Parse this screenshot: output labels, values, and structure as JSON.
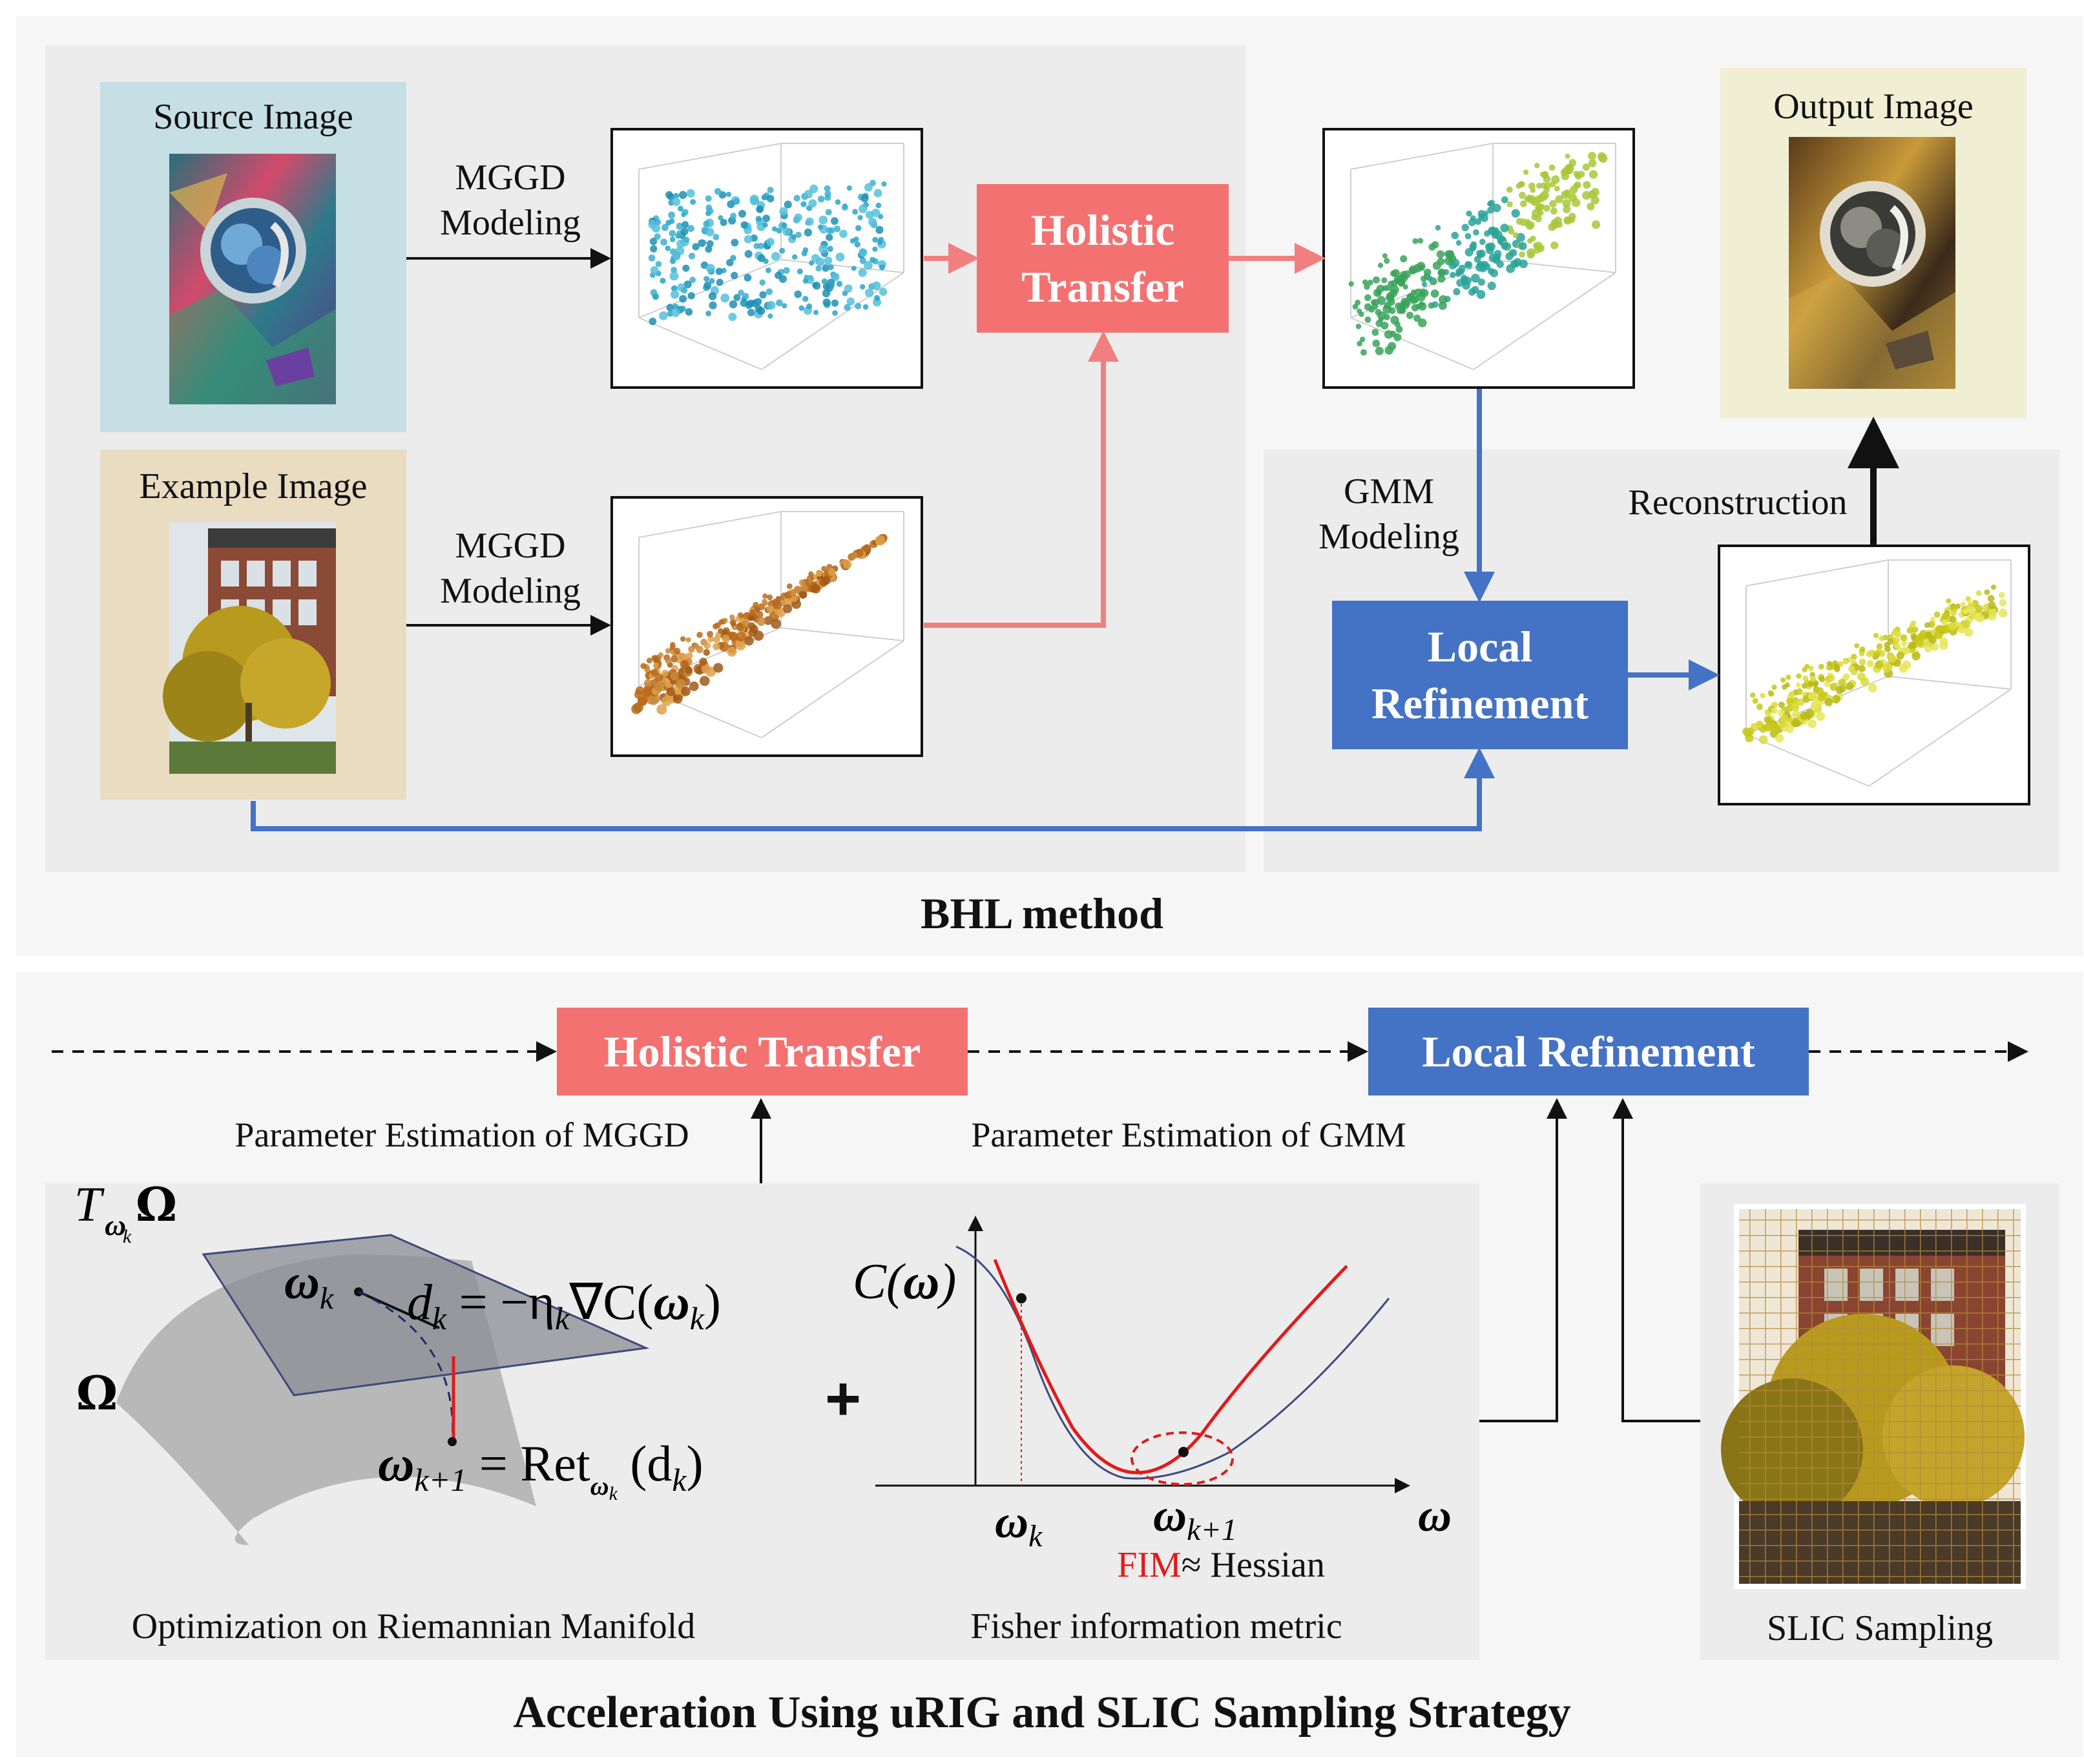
{
  "top": {
    "source_label": "Source Image",
    "example_label": "Example Image",
    "output_label": "Output Image",
    "mggd_top": [
      "MGGD",
      "Modeling"
    ],
    "mggd_bottom": [
      "MGGD",
      "Modeling"
    ],
    "holistic": [
      "Holistic",
      "Transfer"
    ],
    "local": [
      "Local",
      "Refinement"
    ],
    "gmm": [
      "GMM",
      "Modeling"
    ],
    "reconstruction": "Reconstruction",
    "title": "BHL method"
  },
  "bottom": {
    "holistic": "Holistic Transfer",
    "local": "Local Refinement",
    "param_mggd": "Parameter Estimation of MGGD",
    "param_gmm": "Parameter Estimation of GMM",
    "manifold_caption": "Optimization on Riemannian Manifold",
    "fisher_caption": "Fisher information metric",
    "slic_caption": "SLIC Sampling",
    "fim": "FIM",
    "hessian": "≈ Hessian",
    "plus": "+",
    "title": "Acceleration Using uRIG and SLIC Sampling Strategy"
  },
  "colors": {
    "red_box": "#f47171",
    "blue_box": "#4472c4",
    "red_arrow": "#f08080",
    "blue_arrow": "#4472c4",
    "panel_gray": "#ececec",
    "source_bg": "#c5dfe5",
    "example_bg": "#e9dcc1",
    "output_bg": "#f0efd3"
  }
}
